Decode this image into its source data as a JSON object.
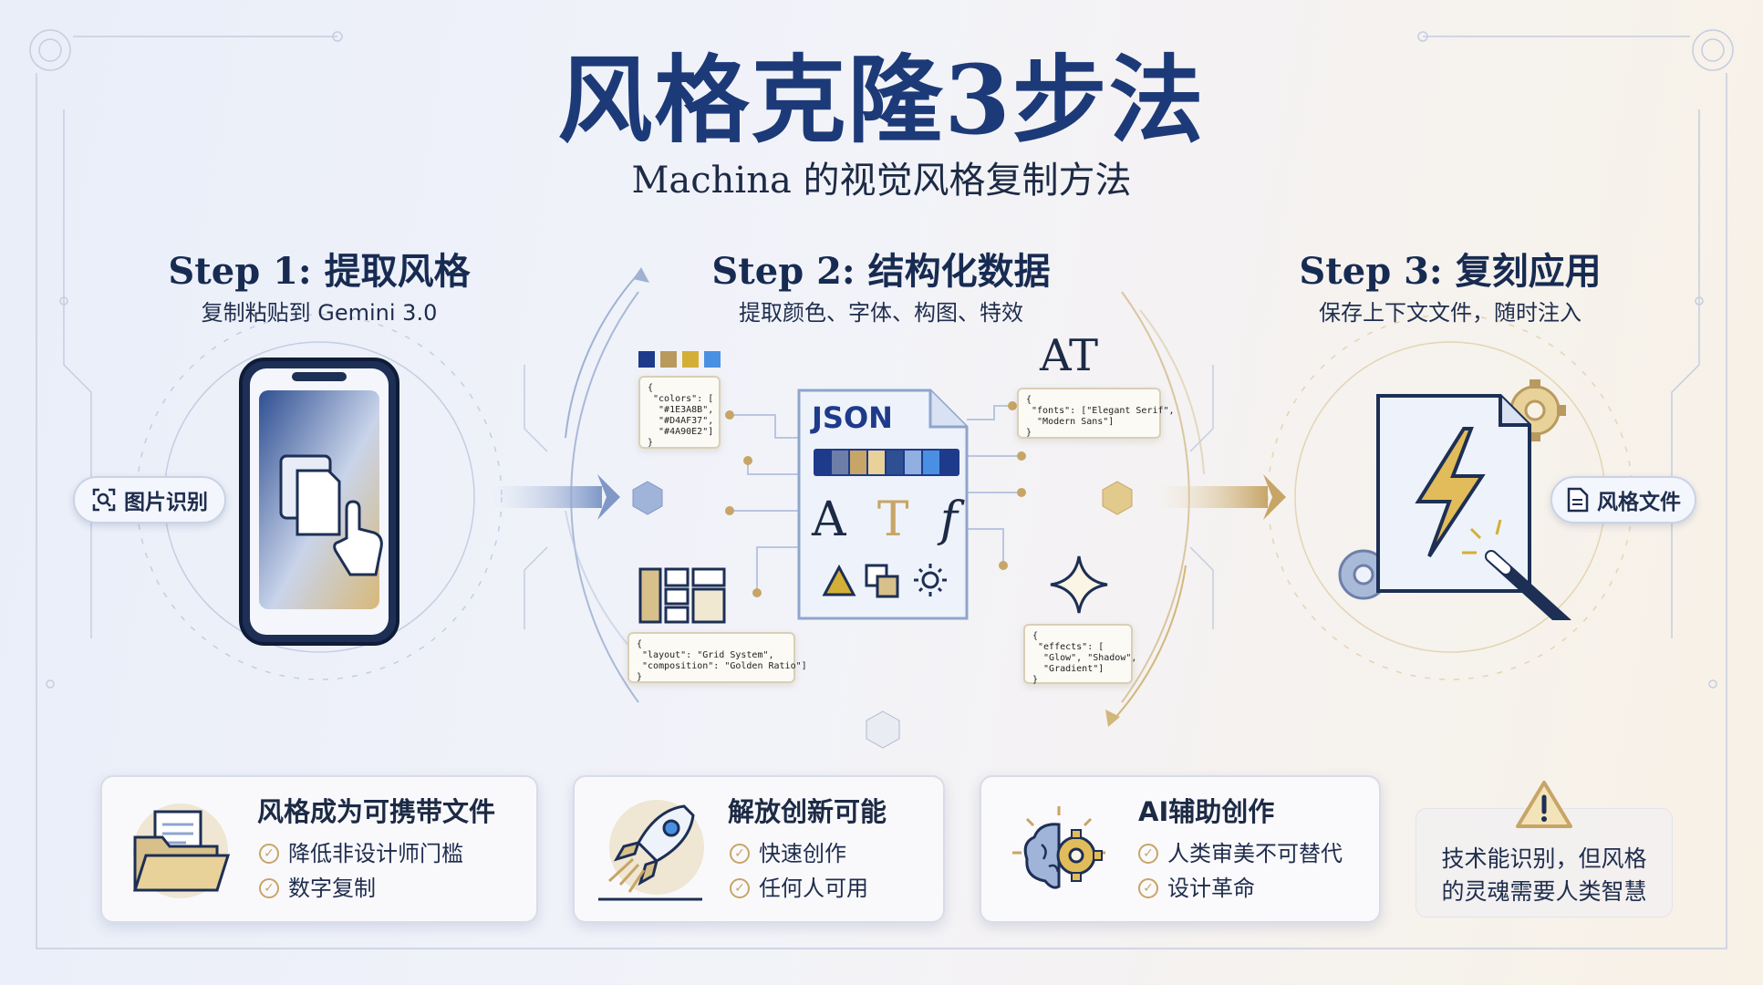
{
  "title": "风格克隆3步法",
  "subtitle": "Machina 的视觉风格复制方法",
  "steps": [
    {
      "title": "Step 1: 提取风格",
      "subtitle": "复制粘贴到 Gemini 3.0",
      "badge": "图片识别"
    },
    {
      "title": "Step 2: 结构化数据",
      "subtitle": "提取颜色、字体、构图、特效",
      "badge": "JSON"
    },
    {
      "title": "Step 3: 复刻应用",
      "subtitle": "保存上下文文件，随时注入",
      "badge": "风格文件"
    }
  ],
  "json_snippets": {
    "colors": "{\n \"colors\": [\n  \"#1E3A8B\",\n  \"#D4AF37\",\n  \"#4A90E2\"]\n}",
    "fonts": "{\n \"fonts\": [\"Elegant Serif\",\n  \"Modern Sans\"]\n}",
    "layout": "{\n \"layout\": \"Grid System\",\n \"composition\": \"Golden Ratio\"]\n}",
    "effects": "{\n \"effects\": [\n  \"Glow\", \"Shadow\",\n  \"Gradient\"]\n}"
  },
  "glyphs": {
    "at": "AT",
    "a": "A",
    "t": "T",
    "f": "f"
  },
  "palette": [
    "#1e3a8b",
    "#b89a5e",
    "#d4af37",
    "#4a90e2"
  ],
  "cards": [
    {
      "title": "风格成为可携带文件",
      "items": [
        "降低非设计师门槛",
        "数字复制"
      ],
      "icon": "folder-icon"
    },
    {
      "title": "解放创新可能",
      "items": [
        "快速创作",
        "任何人可用"
      ],
      "icon": "rocket-icon"
    },
    {
      "title": "AI辅助创作",
      "items": [
        "人类审美不可替代",
        "设计革命"
      ],
      "icon": "brain-gear-icon"
    }
  ],
  "warning": {
    "line1": "技术能识别，但风格",
    "line2": "的灵魂需要人类智慧",
    "icon": "warning-icon"
  },
  "colors": {
    "navy": "#1d3a78",
    "gold": "#c7a566",
    "blue": "#4a90e2"
  }
}
